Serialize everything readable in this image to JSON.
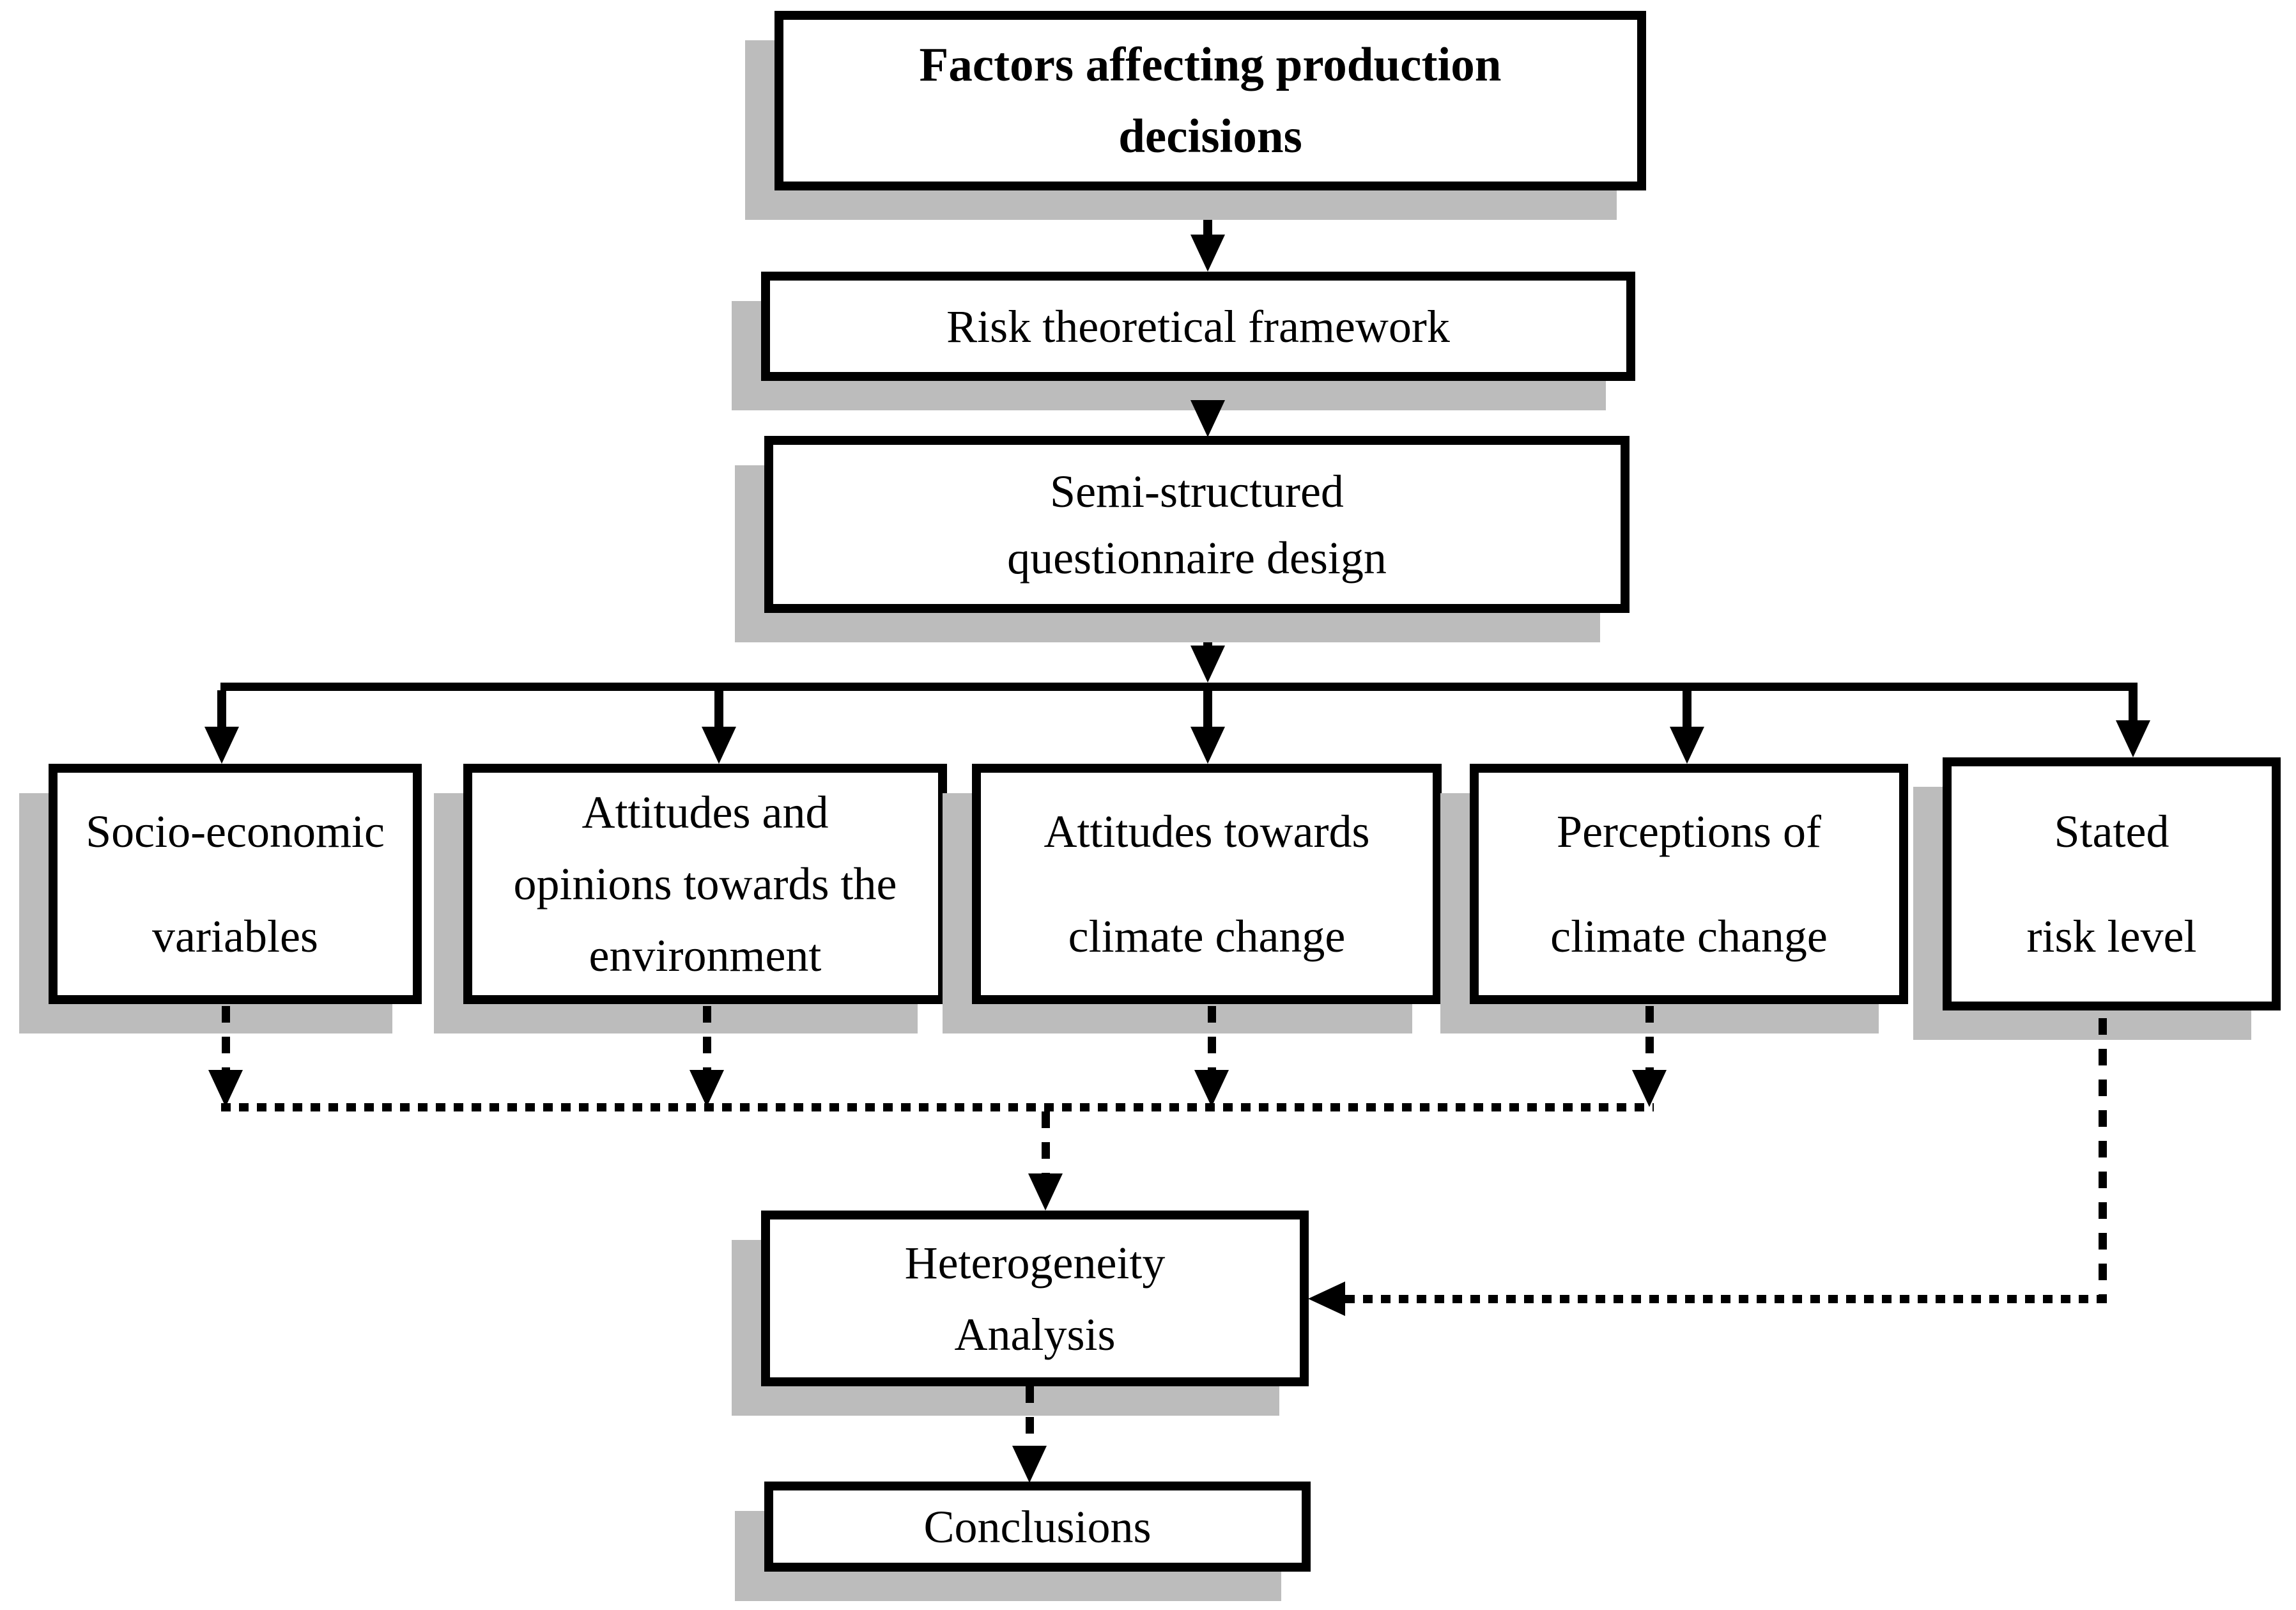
{
  "diagram": {
    "title": "Factors affecting production decisions flowchart",
    "nodes": {
      "factors": {
        "label": "Factors affecting production\ndecisions"
      },
      "risk": {
        "label": "Risk theoretical framework"
      },
      "semi": {
        "label": "Semi-structured\nquestionnaire design"
      },
      "socio": {
        "label": "Socio-economic\nvariables"
      },
      "attitudes_env": {
        "label": "Attitudes and\nopinions towards the\nenvironment"
      },
      "attitudes_cc": {
        "label": "Attitudes towards\nclimate change"
      },
      "perceptions": {
        "label": "Perceptions of\nclimate change"
      },
      "stated": {
        "label": "Stated\nrisk level"
      },
      "heterogeneity": {
        "label": "Heterogeneity\nAnalysis"
      },
      "conclusions": {
        "label": "Conclusions"
      }
    },
    "edges": [
      {
        "from": "factors",
        "to": "risk",
        "style": "solid-arrow"
      },
      {
        "from": "risk",
        "to": "semi",
        "style": "solid-arrow"
      },
      {
        "from": "semi",
        "to": "socio",
        "style": "solid-arrow"
      },
      {
        "from": "semi",
        "to": "attitudes_env",
        "style": "solid-arrow"
      },
      {
        "from": "semi",
        "to": "attitudes_cc",
        "style": "solid-arrow"
      },
      {
        "from": "semi",
        "to": "perceptions",
        "style": "solid-arrow"
      },
      {
        "from": "semi",
        "to": "stated",
        "style": "solid-arrow"
      },
      {
        "from": "socio",
        "to": "heterogeneity",
        "style": "dashed-arrow"
      },
      {
        "from": "attitudes_env",
        "to": "heterogeneity",
        "style": "dashed-arrow"
      },
      {
        "from": "attitudes_cc",
        "to": "heterogeneity",
        "style": "dashed-arrow"
      },
      {
        "from": "perceptions",
        "to": "heterogeneity",
        "style": "dashed-arrow"
      },
      {
        "from": "stated",
        "to": "heterogeneity",
        "style": "dashed-arrow"
      },
      {
        "from": "heterogeneity",
        "to": "conclusions",
        "style": "dashed-arrow"
      }
    ],
    "colors": {
      "background": "#ffffff",
      "box_fill": "#ffffff",
      "box_border": "#000000",
      "line": "#000000",
      "shadow": "#bcbcbc"
    }
  }
}
